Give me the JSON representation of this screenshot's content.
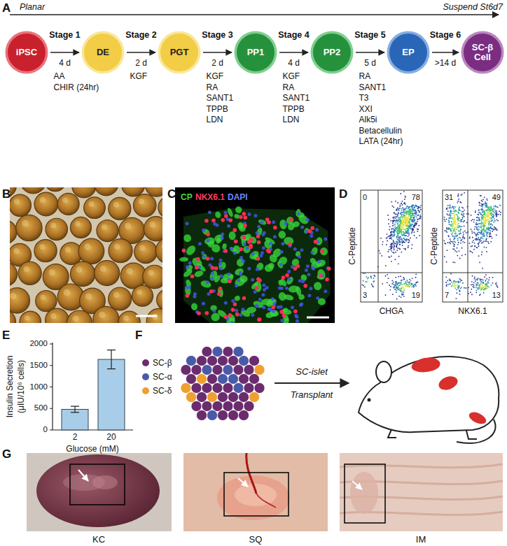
{
  "diagram": {
    "nodes": [
      {
        "text": [
          "iPSC"
        ]
      },
      {
        "text": [
          "DE"
        ]
      },
      {
        "text": [
          "PGT"
        ]
      },
      {
        "text": [
          "PP1"
        ]
      },
      {
        "text": [
          "PP2"
        ]
      },
      {
        "text": [
          "EP"
        ]
      },
      {
        "text": [
          "SC-β Cell"
        ]
      }
    ],
    "edges": [
      {
        "from": 0,
        "to": 1,
        "label": "Stage 1",
        "arrow": "to"
      },
      {
        "from": 1,
        "to": 2,
        "label": "Stage 2",
        "arrow": "to"
      },
      {
        "from": 2,
        "to": 3,
        "label": "Stage 3",
        "arrow": "to"
      },
      {
        "from": 3,
        "to": 4,
        "label": "Stage 4",
        "arrow": "to"
      },
      {
        "from": 4,
        "to": 5,
        "label": "Stage 5",
        "arrow": "to"
      },
      {
        "from": 5,
        "to": 6,
        "label": "Stage 6",
        "arrow": "to"
      }
    ],
    "labels": [
      "A",
      "Planar",
      "Suspend St6d7",
      "4 d",
      "2 d",
      "2 d",
      "4 d",
      "5 d",
      ">14 d",
      "AA",
      "CHIR (24hr)",
      "KGF",
      "KGF",
      "RA",
      "SANT1",
      "TPPB",
      "LDN",
      "KGF",
      "RA",
      "SANT1",
      "TPPB",
      "LDN",
      "RA",
      "SANT1",
      "T3",
      "XXI",
      "Alk5i",
      "Betacellulin",
      "LATA (24hr)",
      "B",
      "C",
      "CP",
      "NKX6.1",
      "DAPI",
      "D",
      "C-Peptide",
      "CHGA",
      "0",
      "78",
      "3",
      "19",
      "C-Peptide",
      "NKX6.1",
      "31",
      "49",
      "7",
      "13",
      "E",
      "Insulin Secretion",
      "(μIU/10⁶ cells)",
      "2000",
      "1500",
      "1000",
      "500",
      "0",
      "2",
      "20",
      "Glucose (mM)",
      "F",
      "SC-islet",
      "Transplant",
      "G",
      "KC",
      "SQ",
      "IM"
    ],
    "legend": [
      {
        "text": "SC-β",
        "color": "#6b2c6e"
      },
      {
        "text": "SC-α",
        "color": "#4a5aa8"
      },
      {
        "text": "SC-δ",
        "color": "#f0a030"
      }
    ]
  }
}
